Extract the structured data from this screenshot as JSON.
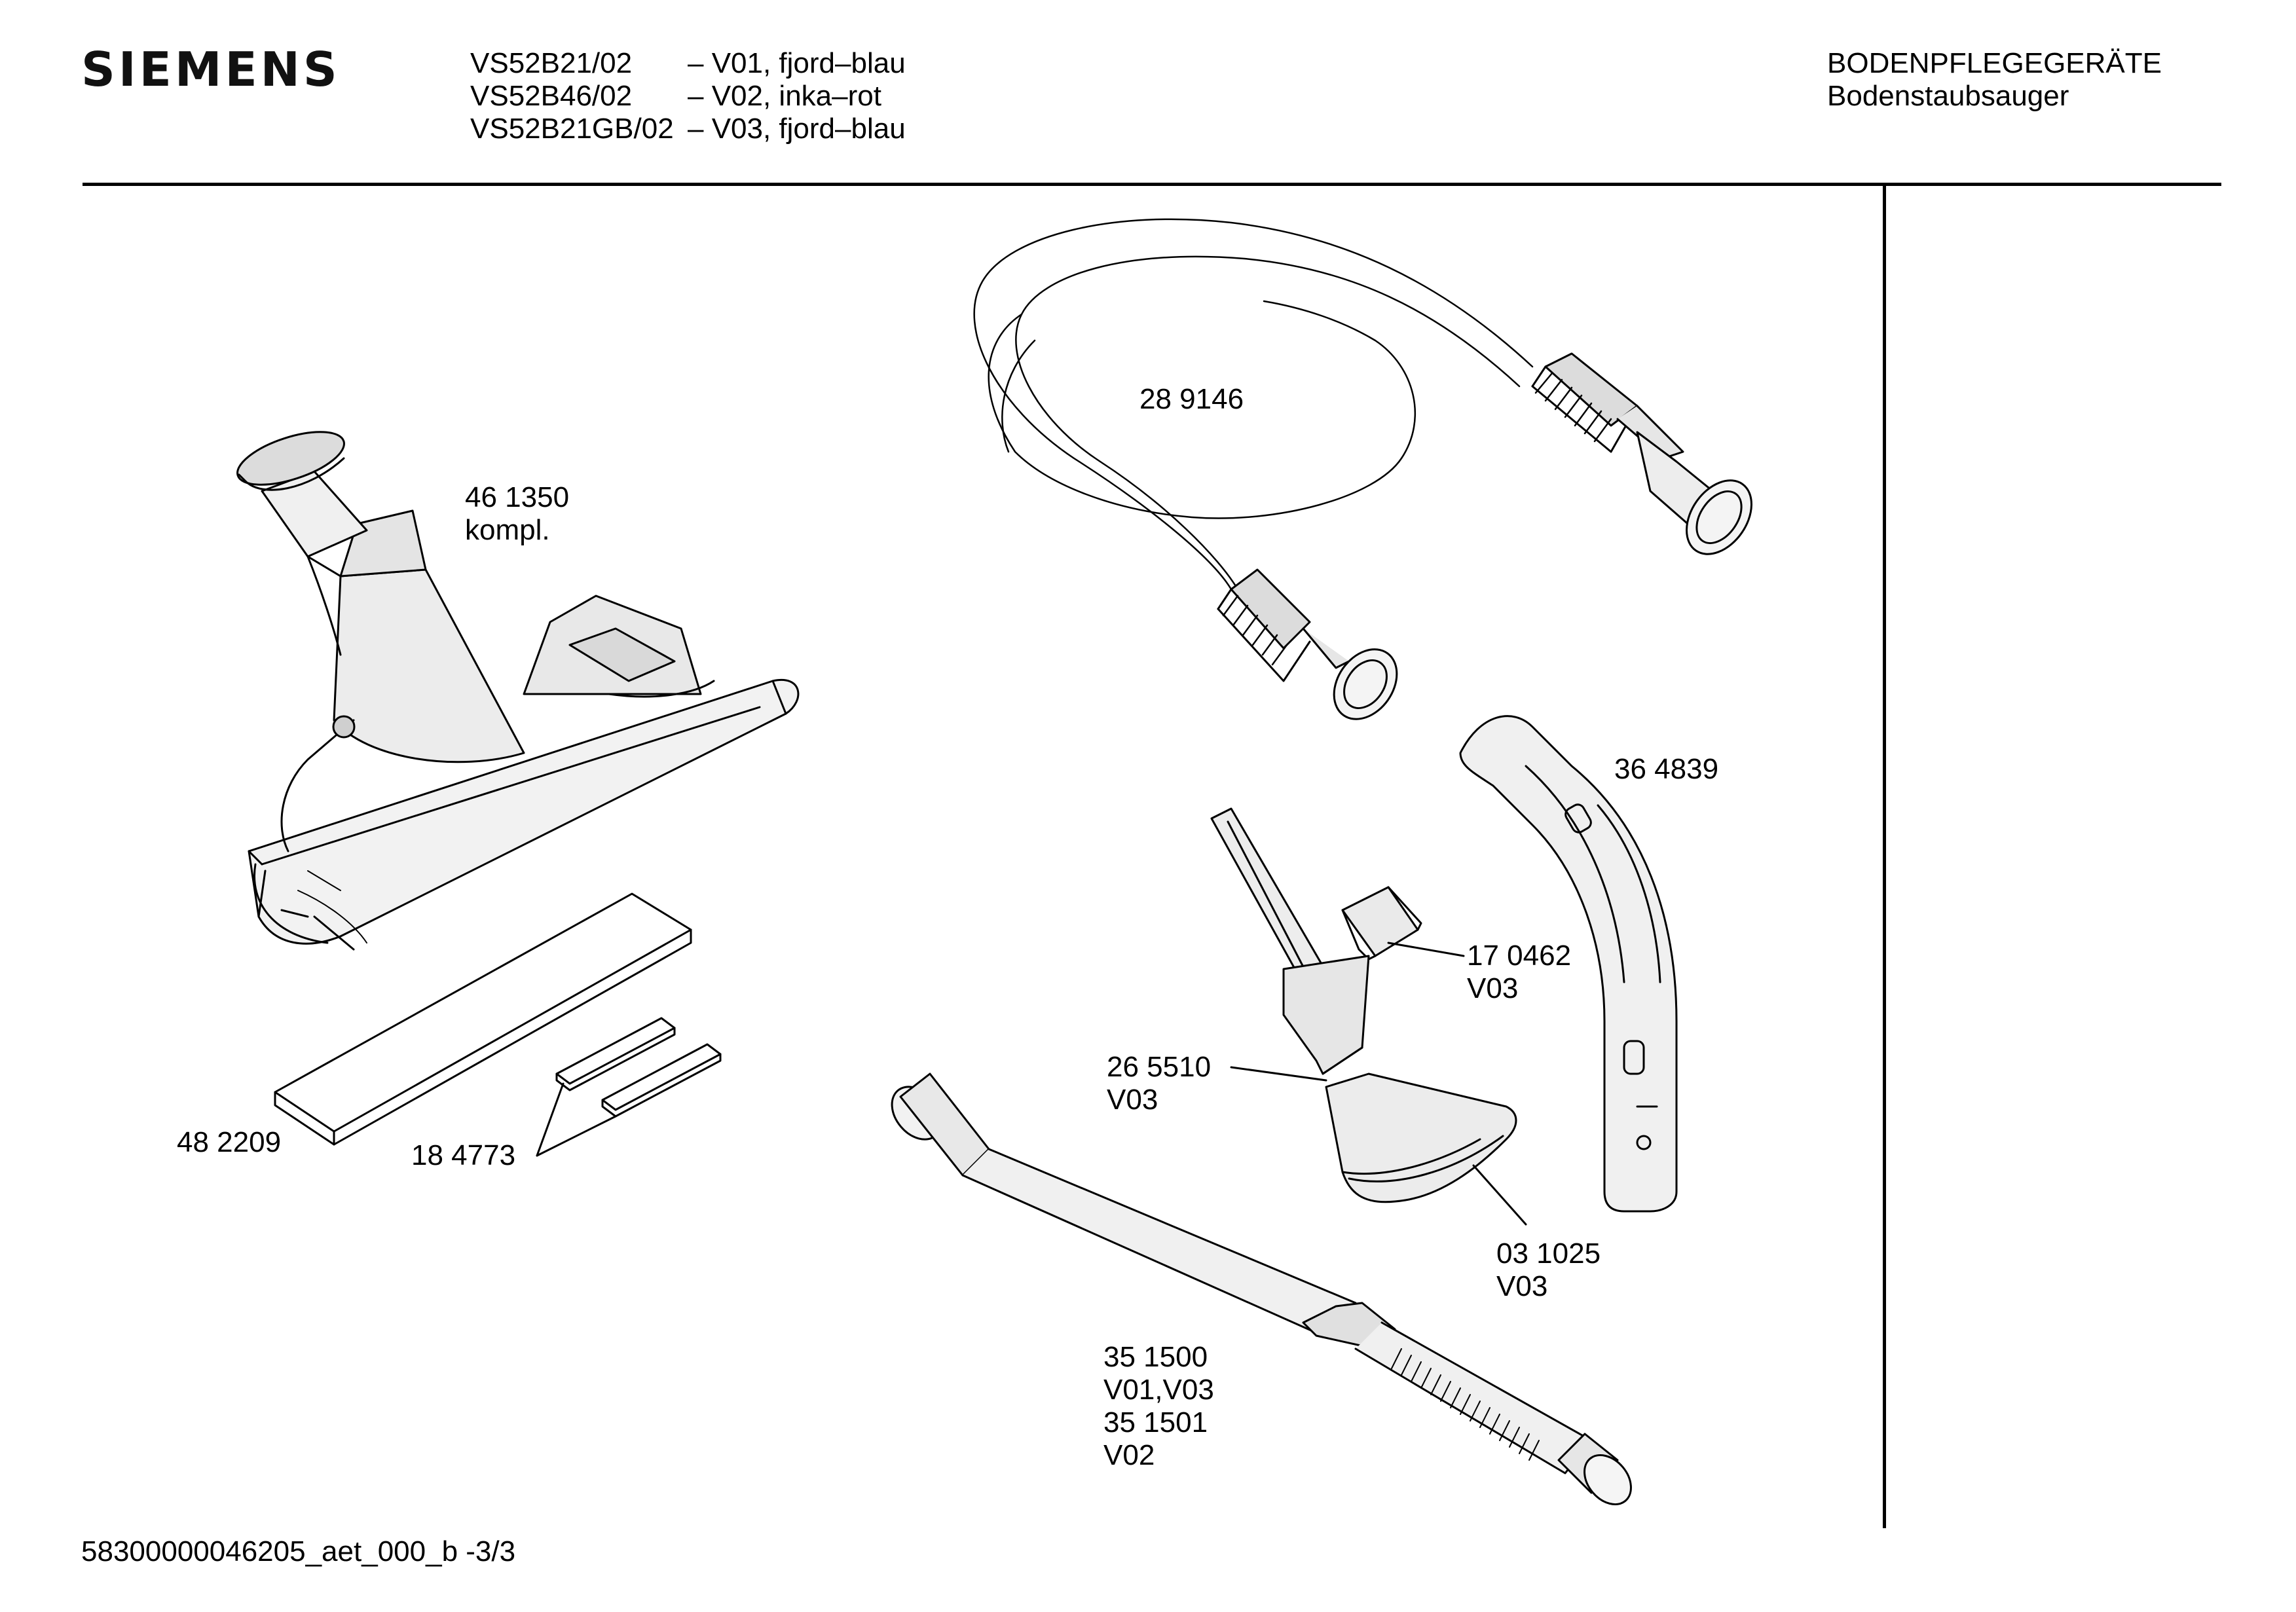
{
  "header": {
    "brand": "SIEMENS",
    "models": [
      {
        "model": "VS52B21/02",
        "variant": "– V01, fjord–blau"
      },
      {
        "model": "VS52B46/02",
        "variant": "– V02, inka–rot"
      },
      {
        "model": "VS52B21GB/02",
        "variant": "– V03, fjord–blau"
      }
    ],
    "category": "BODENPFLEGEGERÄTE",
    "subcategory": "Bodenstaubsauger"
  },
  "parts": [
    {
      "lines": [
        "46 1350",
        "kompl."
      ]
    },
    {
      "lines": [
        "28 9146"
      ]
    },
    {
      "lines": [
        "36 4839"
      ]
    },
    {
      "lines": [
        "17 0462",
        "V03"
      ]
    },
    {
      "lines": [
        "26 5510",
        "V03"
      ]
    },
    {
      "lines": [
        "03 1025",
        "V03"
      ]
    },
    {
      "lines": [
        "48 2209"
      ]
    },
    {
      "lines": [
        "18 4773"
      ]
    },
    {
      "lines": [
        "35 1500",
        "V01,V03",
        "35 1501",
        "V02"
      ]
    }
  ],
  "footer": {
    "doc_id": "58300000046205_aet_000_b -3/3"
  }
}
